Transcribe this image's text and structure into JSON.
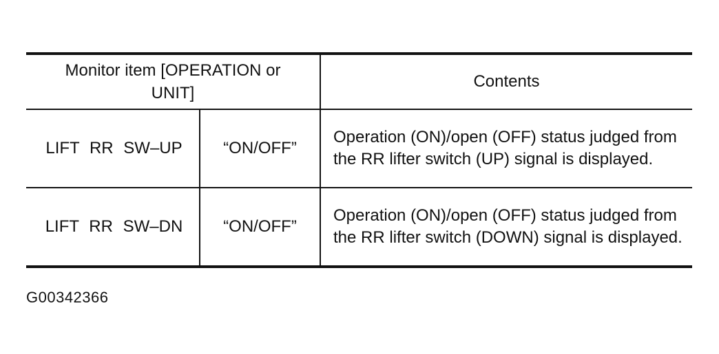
{
  "table": {
    "headers": {
      "monitor_item": "Monitor item [OPERATION or UNIT]",
      "contents": "Contents"
    },
    "rows": [
      {
        "item": "LIFT RR SW–UP",
        "value": "“ON/OFF”",
        "contents": "Operation (ON)/open (OFF) status judged from the RR lifter switch (UP) signal is displayed."
      },
      {
        "item": "LIFT RR SW–DN",
        "value": "“ON/OFF”",
        "contents": "Operation (ON)/open (OFF) status judged from the RR lifter switch (DOWN) signal is displayed."
      }
    ]
  },
  "figure_id": "G00342366"
}
